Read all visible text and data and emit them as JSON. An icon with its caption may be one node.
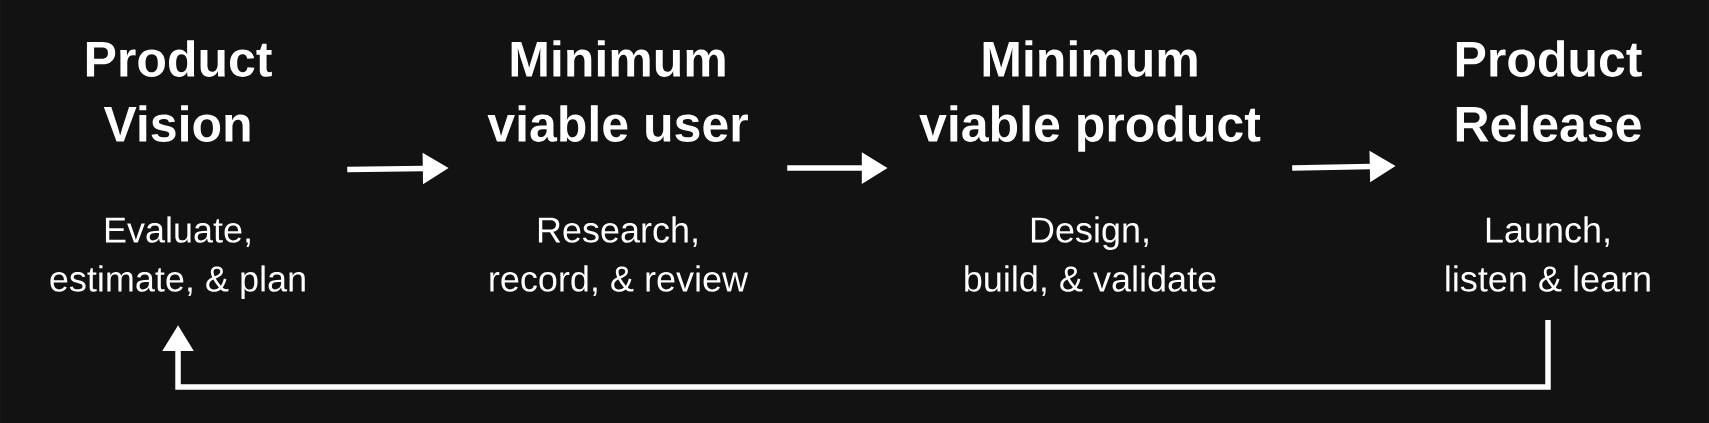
{
  "diagram": {
    "nodes": [
      {
        "text": [
          "Product Vision",
          "Evaluate, estimate, & plan"
        ]
      },
      {
        "text": [
          "Minimum viable user",
          "Research, record, & review"
        ]
      },
      {
        "text": [
          "Minimum viable product",
          "Design, build, & validate"
        ]
      },
      {
        "text": [
          "Product Release",
          "Launch, listen & learn"
        ]
      }
    ],
    "edges": [
      {
        "from": 0,
        "to": 1,
        "arrow": "to"
      },
      {
        "from": 1,
        "to": 2,
        "arrow": "to"
      },
      {
        "from": 2,
        "to": 3,
        "arrow": "to"
      },
      {
        "from": 3,
        "to": 0,
        "arrow": "to"
      }
    ]
  }
}
